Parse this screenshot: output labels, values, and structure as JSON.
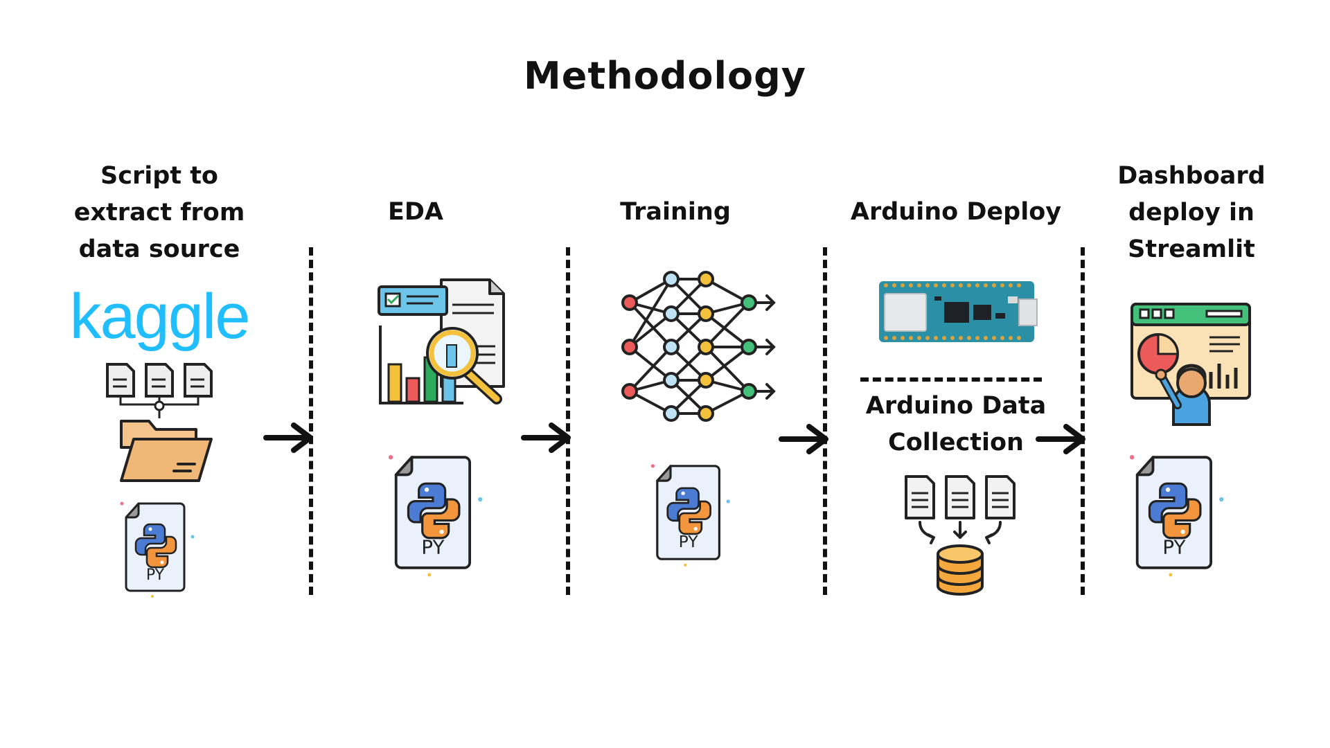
{
  "title": "Methodology",
  "stages": [
    {
      "label": [
        "Script to",
        "extract from",
        "data source"
      ],
      "icons": [
        "kaggle-logo",
        "files-to-folder-icon",
        "python-file-icon"
      ],
      "logo_text": "kaggle"
    },
    {
      "label": [
        "EDA"
      ],
      "icons": [
        "eda-chart-magnifier-icon",
        "python-file-icon"
      ]
    },
    {
      "label": [
        "Training"
      ],
      "icons": [
        "neural-network-icon",
        "python-file-icon"
      ]
    },
    {
      "label": [
        "Arduino Deploy"
      ],
      "icons": [
        "arduino-board-icon"
      ],
      "sub_label": [
        "Arduino Data",
        "Collection"
      ],
      "sub_icons": [
        "files-to-database-icon"
      ]
    },
    {
      "label": [
        "Dashboard",
        "deploy in",
        "Streamlit"
      ],
      "icons": [
        "dashboard-presenter-icon",
        "python-file-icon"
      ]
    }
  ],
  "py_label": "PY",
  "colors": {
    "kaggle": "#20BEFF",
    "python_blue": "#4B7BD2",
    "python_orange": "#F3953C",
    "file_bg": "#EAF1FB",
    "ink": "#111111"
  }
}
